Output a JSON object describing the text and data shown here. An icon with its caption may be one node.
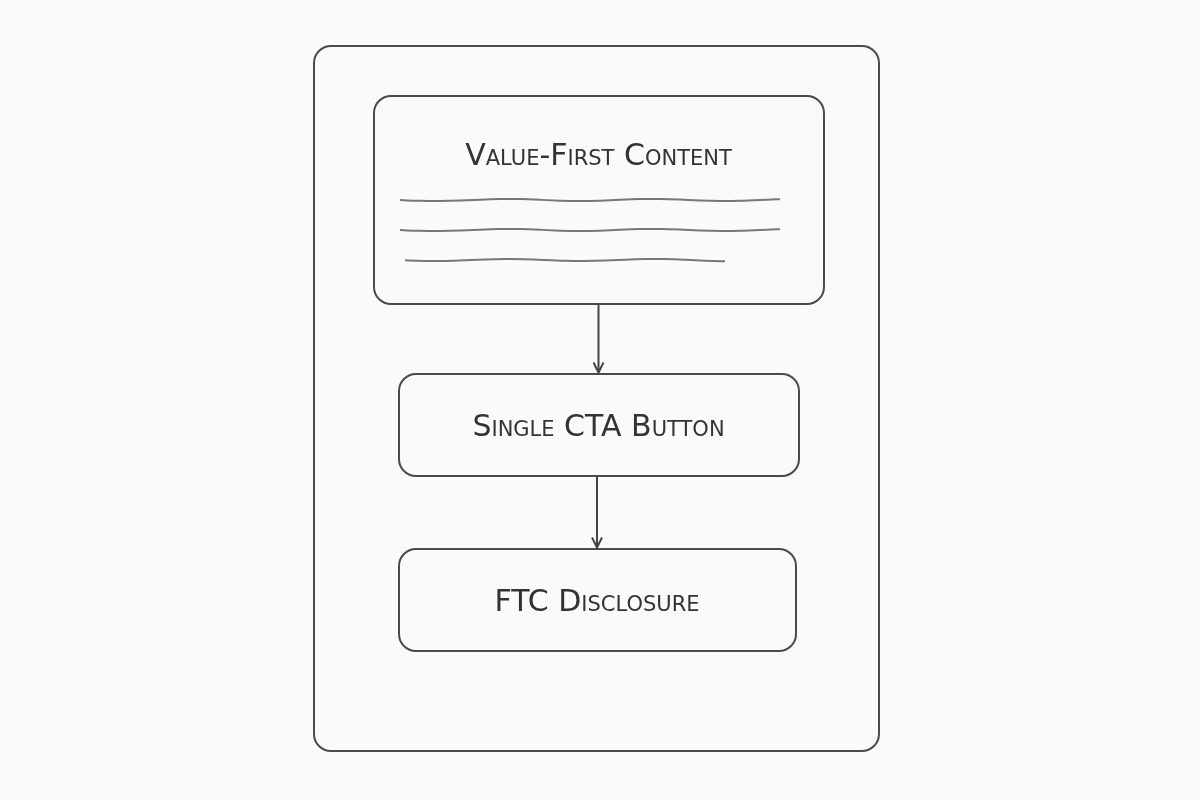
{
  "diagram": {
    "nodes": [
      {
        "text": [],
        "shape": "box"
      },
      {
        "text": [
          "Value-First Content"
        ],
        "in": 0
      },
      {
        "text": [
          "Single CTA Button"
        ],
        "in": 0
      },
      {
        "text": [
          "FTC Disclosure"
        ],
        "in": 0
      }
    ],
    "edges": [
      {
        "from": 1,
        "to": 2,
        "arrow": "to"
      },
      {
        "from": 2,
        "to": 3,
        "arrow": "to"
      }
    ]
  }
}
